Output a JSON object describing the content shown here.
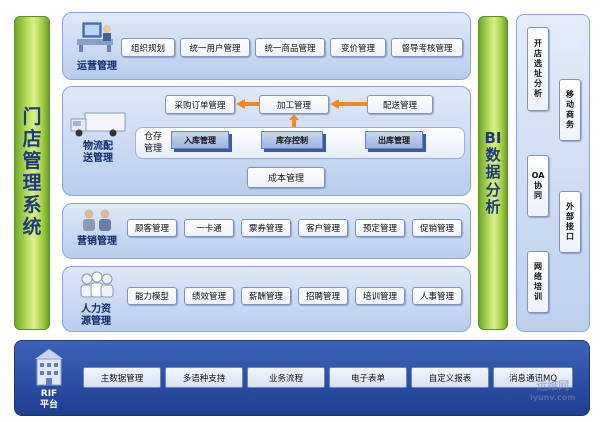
{
  "left_bar": {
    "chars": [
      "门",
      "店",
      "管",
      "理",
      "系",
      "统"
    ]
  },
  "bi_bar": {
    "chars": [
      "BI",
      "数",
      "据",
      "分",
      "析"
    ]
  },
  "operations": {
    "label": "运营管理",
    "items": [
      "组织规划",
      "统一用户管理",
      "统一商品管理",
      "变价管理",
      "督导考核管理"
    ]
  },
  "logistics": {
    "label_lines": [
      "物流配",
      "送管理"
    ],
    "top_items": [
      "采购订单管理",
      "加工管理",
      "配送管理"
    ],
    "storage_label_lines": [
      "仓存",
      "管理"
    ],
    "storage_items": [
      "入库管理",
      "库存控制",
      "出库管理"
    ],
    "bottom_item": "成本管理"
  },
  "marketing": {
    "label": "营销管理",
    "items": [
      "顾客管理",
      "一卡通",
      "票券管理",
      "客户管理",
      "预定管理",
      "促销管理"
    ]
  },
  "hr": {
    "label_lines": [
      "人力资",
      "源管理"
    ],
    "items": [
      "能力模型",
      "绩效管理",
      "薪酬管理",
      "招聘管理",
      "培训管理",
      "人事管理"
    ]
  },
  "right_column": {
    "col1": [
      {
        "lines": [
          "开",
          "店",
          "选",
          "址",
          "分",
          "析"
        ]
      },
      {
        "lines": [
          "OA",
          "协",
          "同"
        ]
      },
      {
        "lines": [
          "网",
          "络",
          "培",
          "训"
        ]
      }
    ],
    "col2": [
      {
        "lines": [
          "移",
          "动",
          "商",
          "务"
        ]
      },
      {
        "lines": [
          "外",
          "部",
          "接",
          "口"
        ]
      }
    ]
  },
  "platform": {
    "label_lines": [
      "RIF",
      "平台"
    ],
    "items": [
      "主数据管理",
      "多语种支持",
      "业务流程",
      "电子表单",
      "自定义报表",
      "消息通讯MQ"
    ]
  },
  "watermark": {
    "line1": "运维网",
    "line2": "iyunv.com"
  },
  "colors": {
    "green": "#a6d04a",
    "panel": "#b9cdee",
    "dark_panel": "#1d3f93",
    "text_blue": "#1f3a7a"
  }
}
